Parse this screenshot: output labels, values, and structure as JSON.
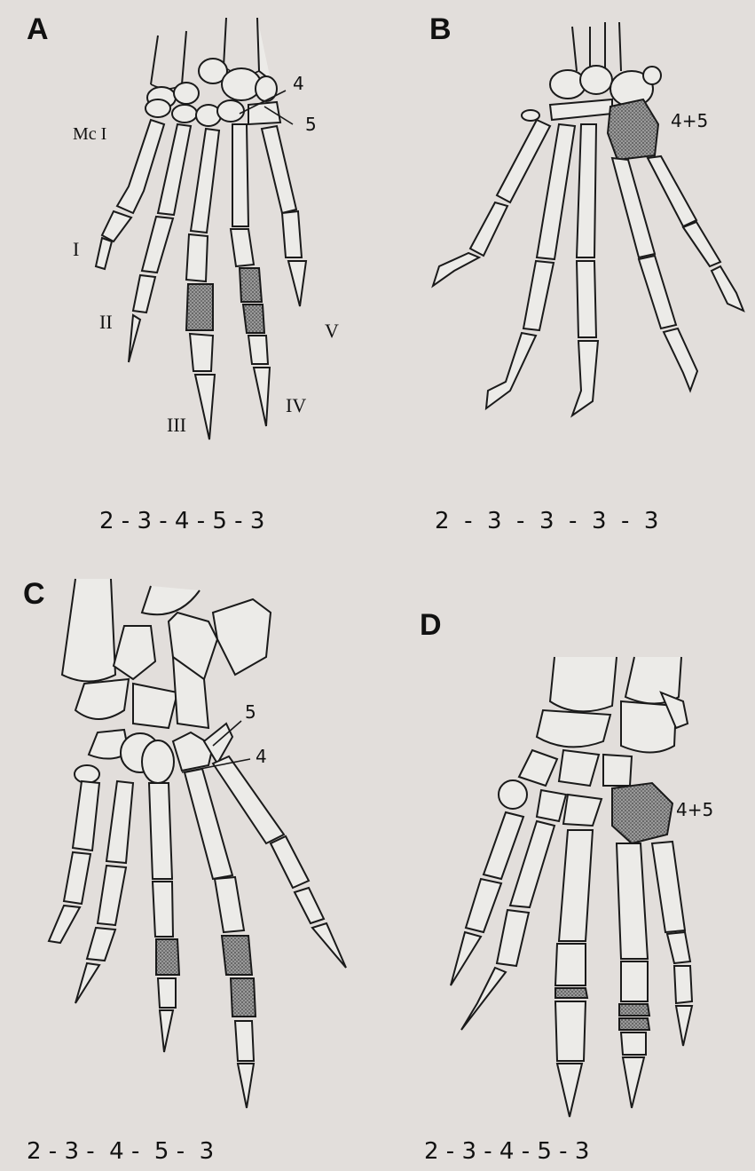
{
  "panels": {
    "A": {
      "letter": "A",
      "formula": "2 - 3 - 4 - 5 - 3",
      "labels": {
        "mc1": "Mc I",
        "c4": "4",
        "c5": "5",
        "d1": "I",
        "d2": "II",
        "d3": "III",
        "d4": "IV",
        "d5": "V"
      }
    },
    "B": {
      "letter": "B",
      "formula": "2  -  3  -  3  -  3  -  3",
      "labels": {
        "c45": "4+5"
      }
    },
    "C": {
      "letter": "C",
      "formula": "2 - 3 -  4 -  5 -  3",
      "labels": {
        "c5": "5",
        "c4": "4"
      }
    },
    "D": {
      "letter": "D",
      "formula": "2 - 3 - 4 - 5 - 3",
      "labels": {
        "c45": "4+5"
      }
    }
  },
  "colors": {
    "background": "#e2dedb",
    "bone_outline": "#1a1a1a",
    "shaded_bone": "#8a8a8a"
  }
}
